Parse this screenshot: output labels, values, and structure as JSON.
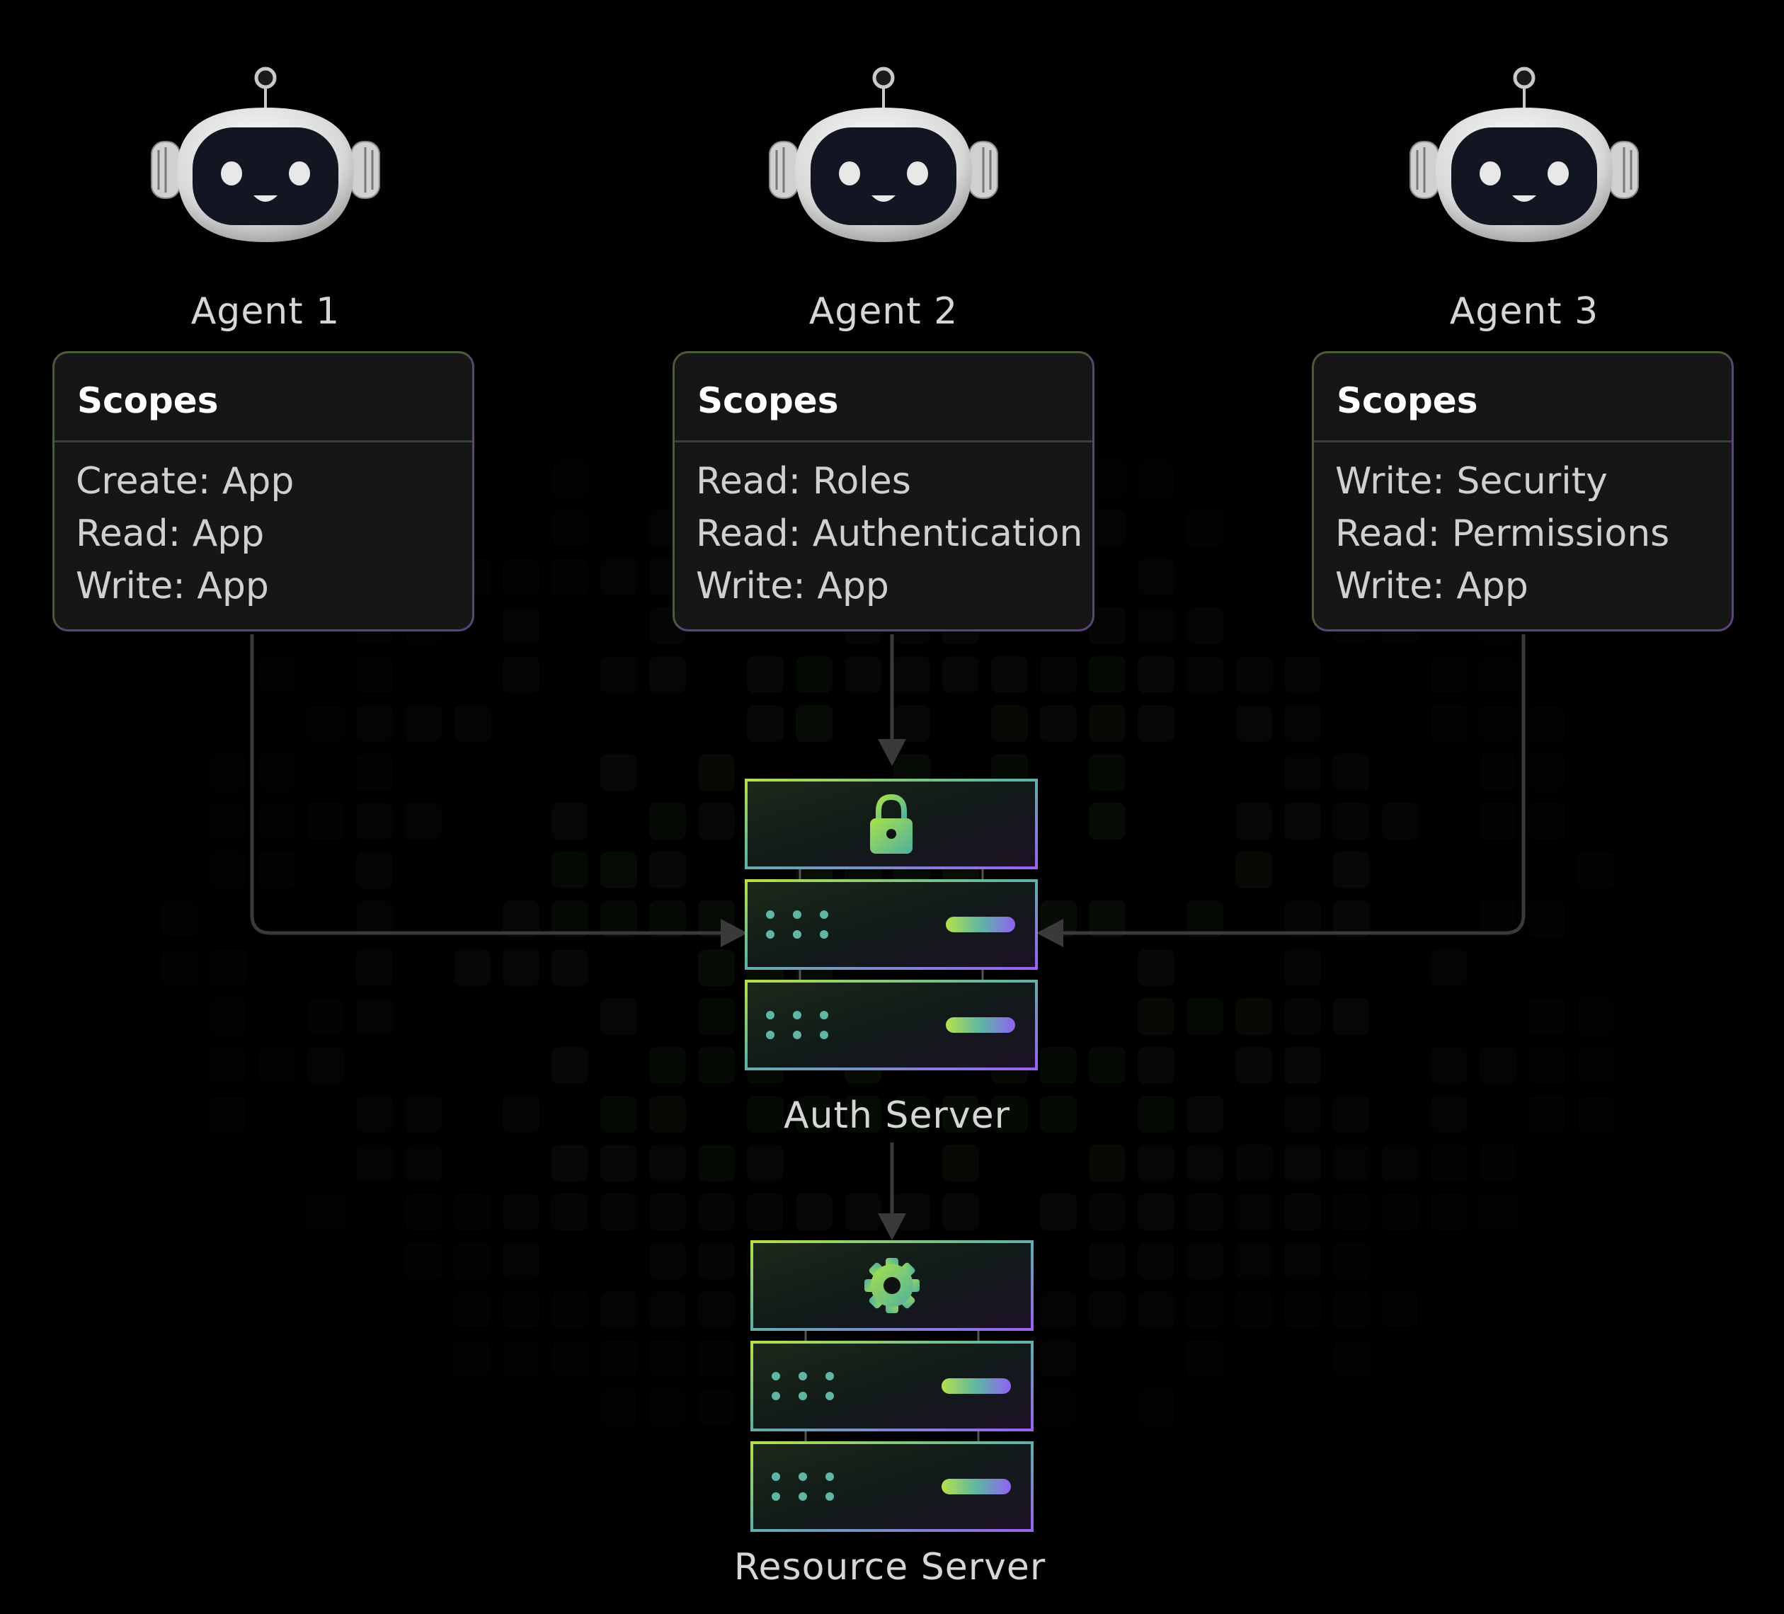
{
  "agents": [
    {
      "name": "Agent 1",
      "scopes_title": "Scopes",
      "scopes": [
        "Create: App",
        "Read: App",
        "Write: App"
      ]
    },
    {
      "name": "Agent 2",
      "scopes_title": "Scopes",
      "scopes": [
        "Read: Roles",
        "Read: Authentication",
        "Write: App"
      ]
    },
    {
      "name": "Agent 3",
      "scopes_title": "Scopes",
      "scopes": [
        "Write: Security",
        "Read: Permissions",
        "Write: App"
      ]
    }
  ],
  "auth_server": {
    "label": "Auth Server",
    "icon": "lock-icon"
  },
  "resource_server": {
    "label": "Resource Server",
    "icon": "gear-icon"
  },
  "colors": {
    "background": "#000000",
    "card": "#161616",
    "accent_green": "#a6e34f",
    "accent_purple": "#8a5cf6",
    "accent_teal": "#4fb3a9",
    "wire": "#3a3a3a"
  }
}
